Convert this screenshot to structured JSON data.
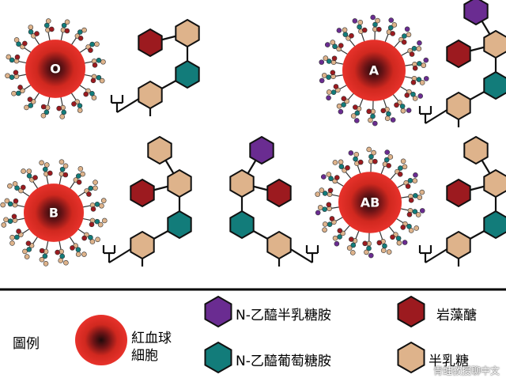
{
  "colors": {
    "galnac": "#6a2c91",
    "glcnac": "#127c7a",
    "fucose": "#9c1a1f",
    "galactose": "#deb38b",
    "cell_outer": "#e8322b",
    "cell_inner": "#2a0e10",
    "divider": "#000000"
  },
  "cells": [
    {
      "id": "O",
      "label": "O",
      "antigen": "H"
    },
    {
      "id": "A",
      "label": "A",
      "antigen": "A"
    },
    {
      "id": "B",
      "label": "B",
      "antigen": "B"
    },
    {
      "id": "AB",
      "label": "AB",
      "antigen": "AB"
    }
  ],
  "legend": {
    "title": "圖例",
    "cell_label_line1": "紅血球",
    "cell_label_line2": "細胞",
    "items": [
      {
        "key": "galnac",
        "icon": "purple-hexagon-icon",
        "label": "N-乙醯半乳糖胺"
      },
      {
        "key": "fucose",
        "icon": "darkred-hexagon-icon",
        "label": "岩藻醣"
      },
      {
        "key": "glcnac",
        "icon": "teal-hexagon-icon",
        "label": "N-乙醯葡萄糖胺"
      },
      {
        "key": "galactose",
        "icon": "tan-hexagon-icon",
        "label": "半乳糖"
      }
    ]
  },
  "watermark": "青蛙教授聊中文"
}
